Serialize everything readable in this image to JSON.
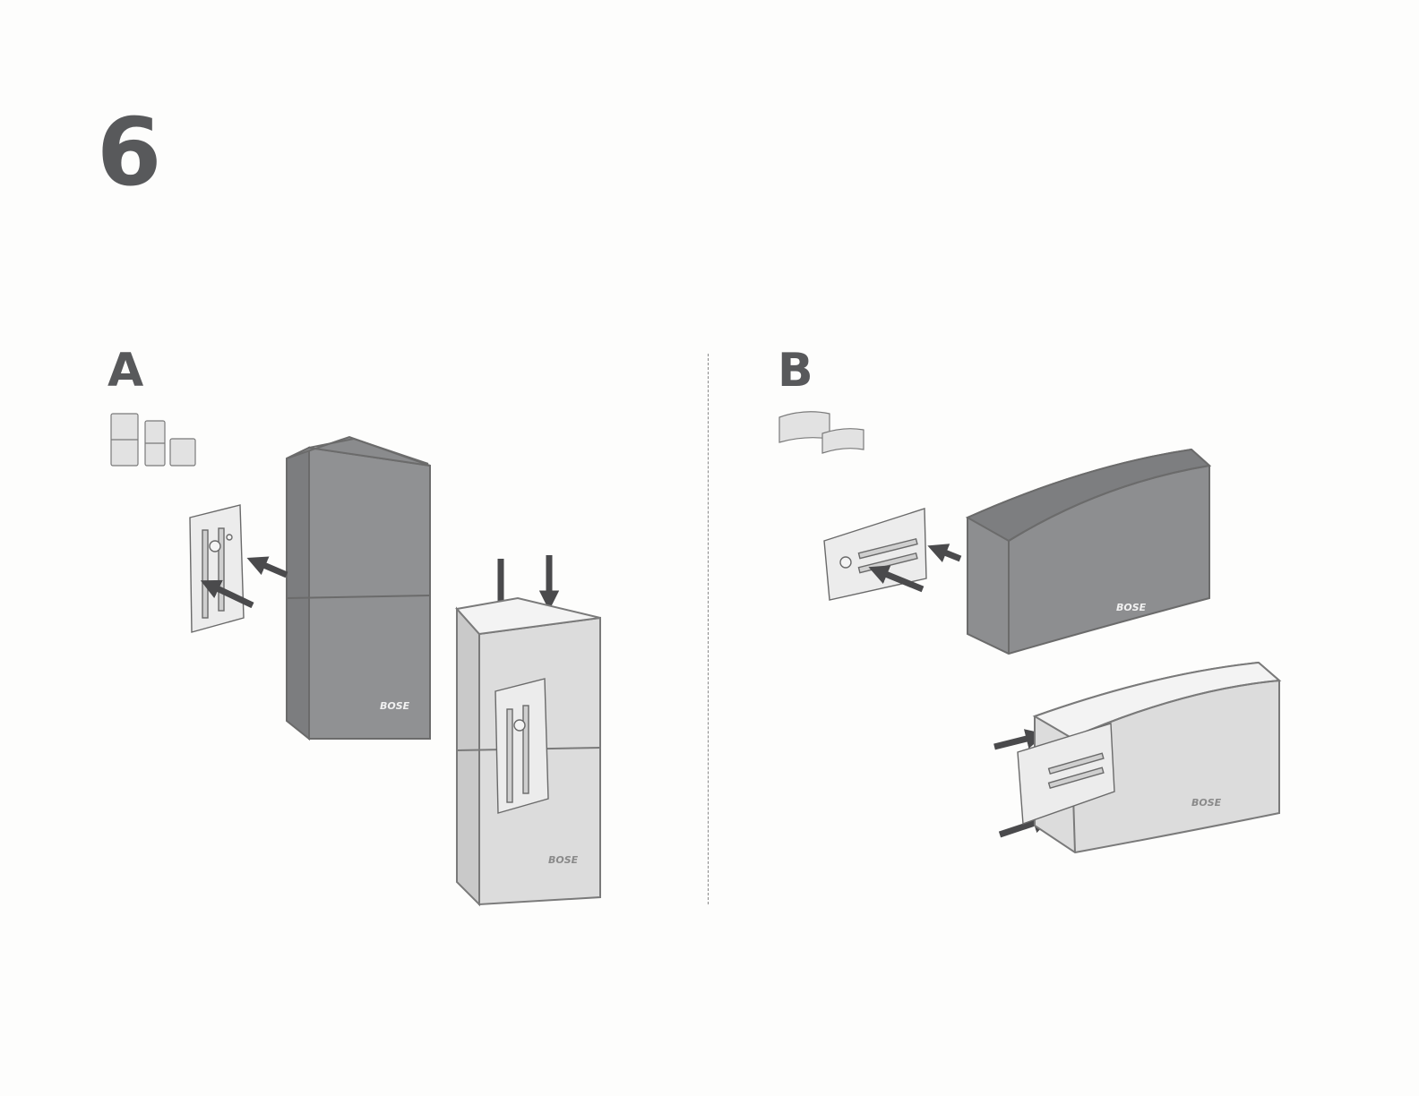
{
  "step": {
    "number": "6"
  },
  "panels": [
    {
      "label": "A",
      "brand_logo": "BOSE"
    },
    {
      "label": "B",
      "brand_logo": "BOSE"
    }
  ],
  "colors": {
    "ink": "#58595b",
    "speaker_dark": "#8d8e90",
    "speaker_light": "#dcdcdc",
    "arrow": "#4a4a4c"
  }
}
